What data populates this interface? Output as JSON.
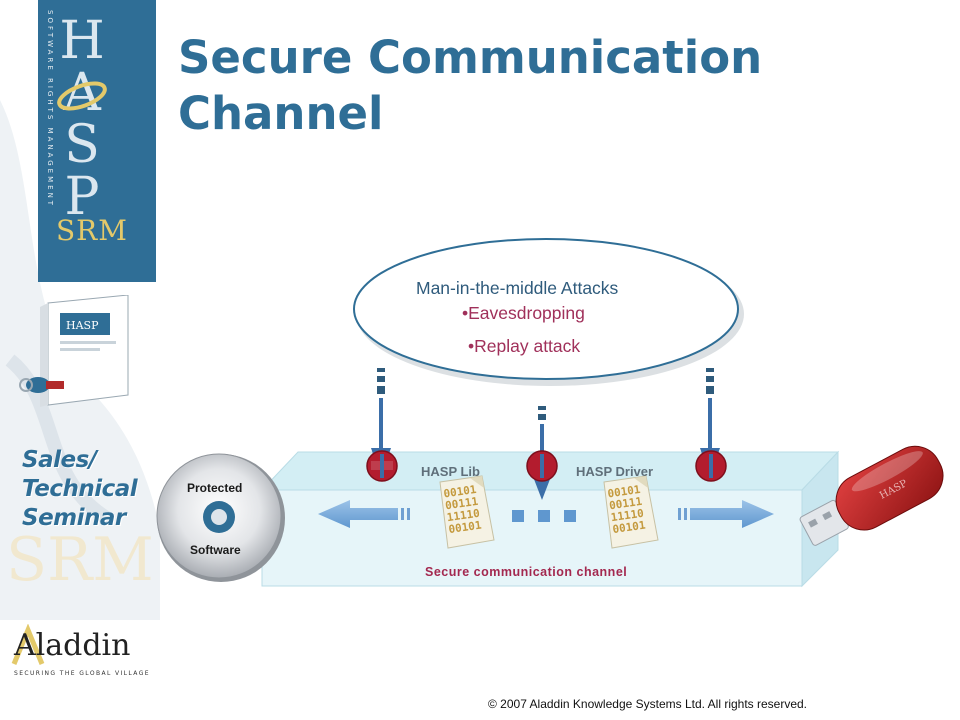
{
  "slide": {
    "title_line1": "Secure Communication",
    "title_line2": "Channel",
    "copyright": "© 2007  Aladdin Knowledge Systems Ltd. All rights reserved."
  },
  "sidebar": {
    "brand_letters": "HASP",
    "brand_subtitle": "SOFTWARE RIGHTS MANAGEMENT",
    "brand_suffix": "SRM",
    "seminar_line1": "Sales/",
    "seminar_line2": "Technical",
    "seminar_line3": "Seminar",
    "company_name": "Aladdin",
    "company_tagline": "SECURING THE GLOBAL VILLAGE",
    "colors": {
      "brand_blue": "#2f6e96",
      "gold": "#e3c96a"
    }
  },
  "diagram": {
    "attack_title": "Man-in-the-middle Attacks",
    "attack_items": [
      "•Eavesdropping",
      "•Replay attack"
    ],
    "hasp_lib_label": "HASP Lib",
    "hasp_driver_label": "HASP Driver",
    "channel_label": "Secure  communication  channel",
    "cd_label_top": "Protected",
    "cd_label_bottom": "Software",
    "binary_lines": [
      "00101",
      "00111",
      "11110",
      "00101"
    ],
    "icons": [
      "cd-disc-icon",
      "usb-dongle-icon",
      "blocked-stop-icon",
      "data-document-icon"
    ],
    "colors": {
      "accent_red": "#a3284f",
      "arrow_blue": "#3b6ea8",
      "channel_fill": "#e6f5f9"
    }
  }
}
